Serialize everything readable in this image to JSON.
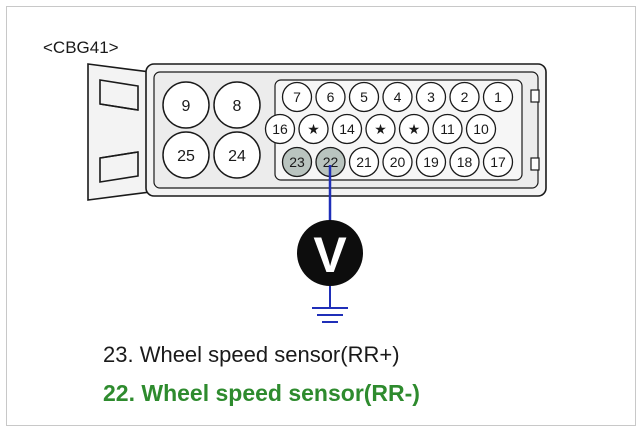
{
  "connector": {
    "name": "<CBG41>",
    "large_pins": [
      "9",
      "8",
      "25",
      "24"
    ],
    "row1": [
      "7",
      "6",
      "5",
      "4",
      "3",
      "2",
      "1"
    ],
    "row2": [
      "16",
      "★",
      "14",
      "★",
      "★",
      "11",
      "10"
    ],
    "row3": [
      "23",
      "22",
      "21",
      "20",
      "19",
      "18",
      "17"
    ]
  },
  "meter": {
    "symbol": "V"
  },
  "legend": [
    {
      "text": "23. Wheel speed sensor(RR+)",
      "color": "#1a1a1a"
    },
    {
      "text": "22. Wheel speed sensor(RR-)",
      "color": "#2e8b2e"
    }
  ],
  "colors": {
    "probe": "#1f2fb8",
    "highlight_pin": "#b9c4bf",
    "line": "#1a1a1a"
  }
}
